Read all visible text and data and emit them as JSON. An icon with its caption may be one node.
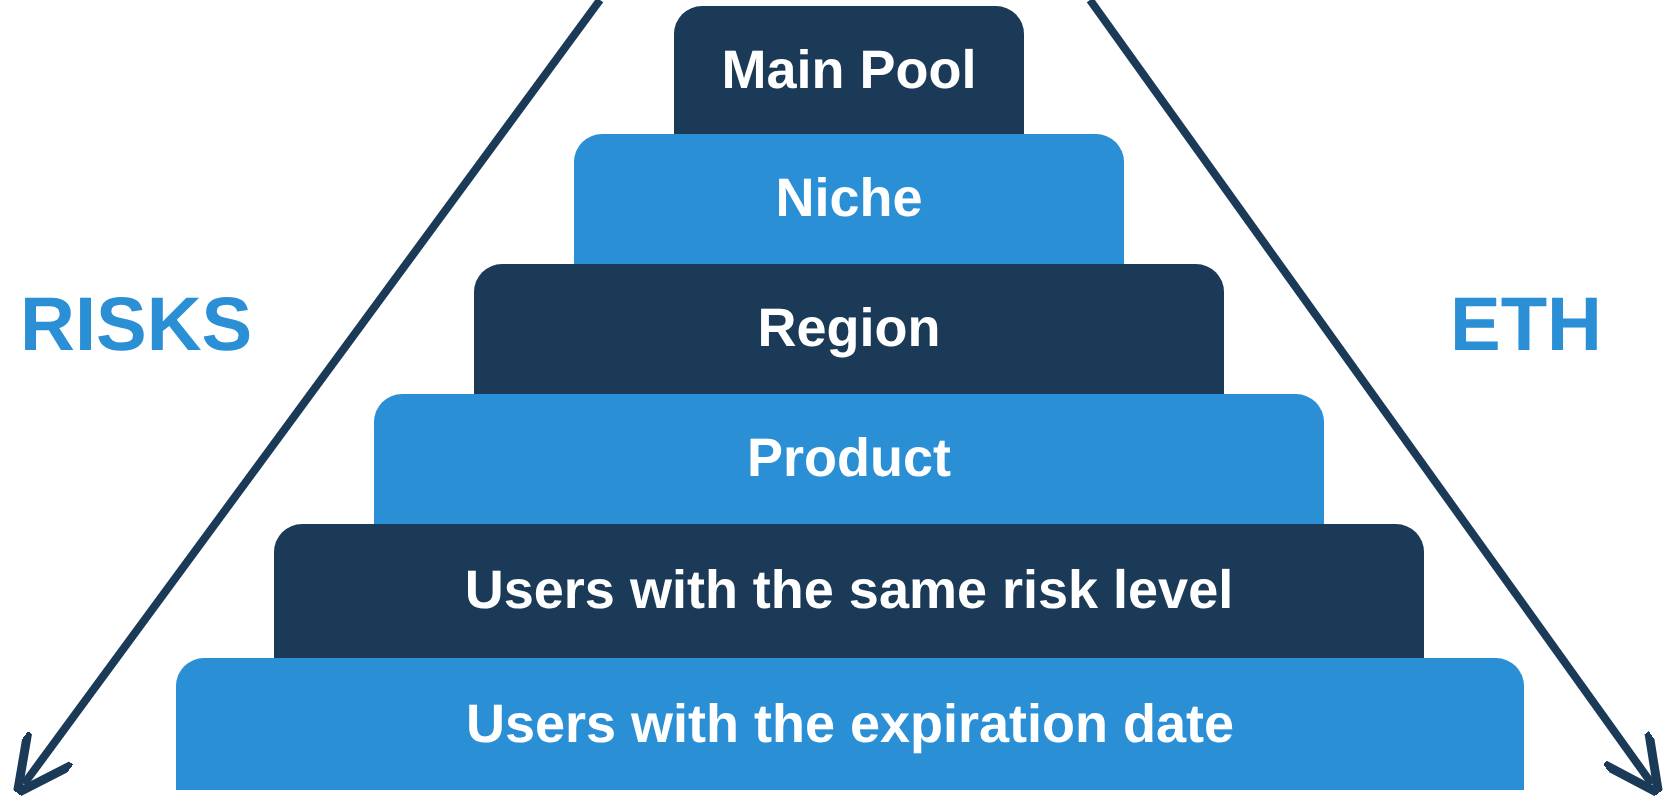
{
  "diagram": {
    "nodes": [
      {
        "text": [
          "Main Pool"
        ]
      },
      {
        "text": [
          "Niche"
        ]
      },
      {
        "text": [
          "Region"
        ]
      },
      {
        "text": [
          "Product"
        ]
      },
      {
        "text": [
          "Users with the same risk level"
        ]
      },
      {
        "text": [
          "Users with the expiration date"
        ]
      }
    ],
    "labels": [
      "RISKS",
      "ETH"
    ]
  }
}
